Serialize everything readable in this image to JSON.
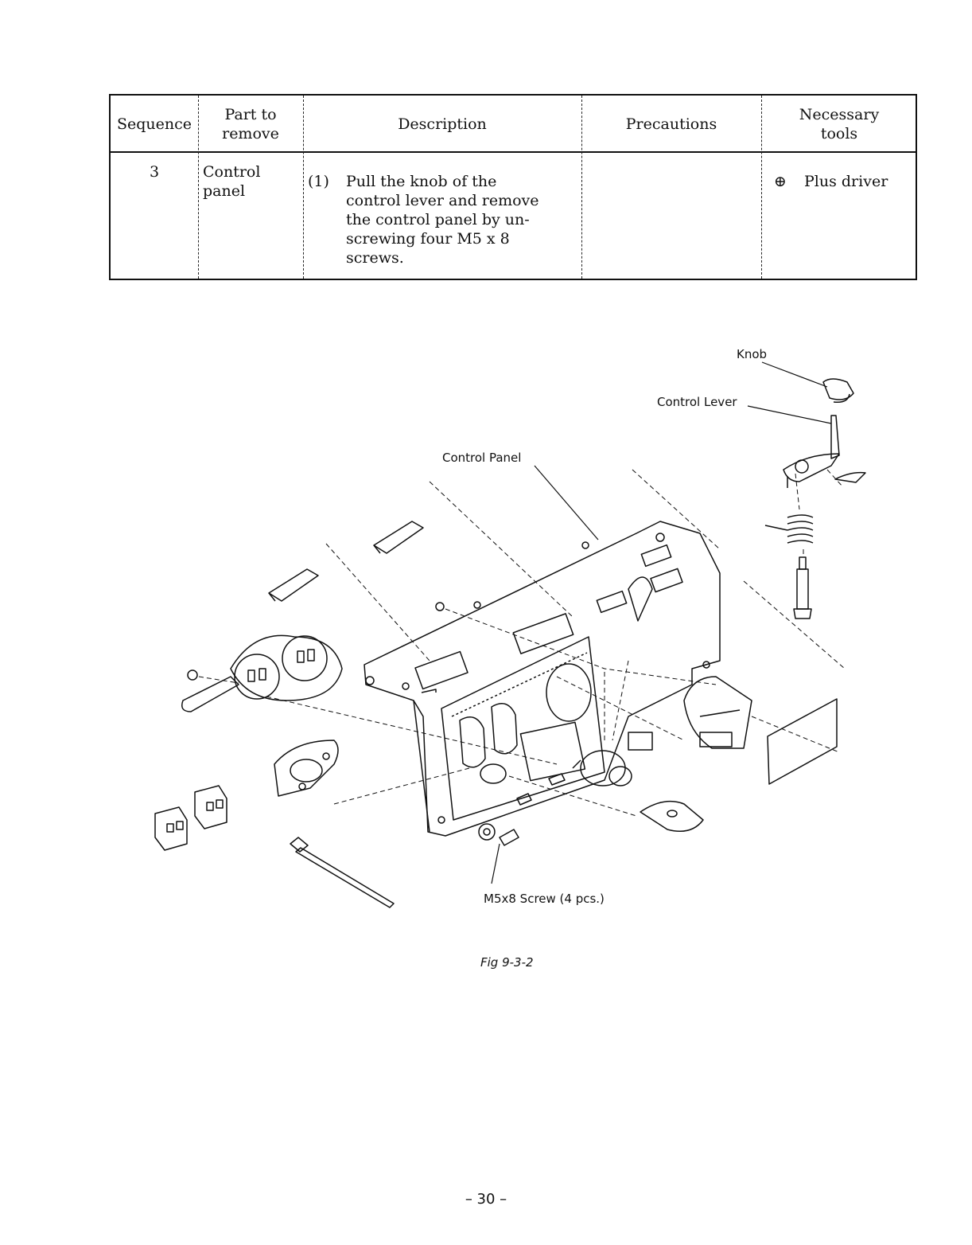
{
  "table": {
    "headers": {
      "sequence": "Sequence",
      "part_line1": "Part to",
      "part_line2": "remove",
      "description": "Description",
      "precautions": "Precautions",
      "tools_line1": "Necessary",
      "tools_line2": "tools"
    },
    "rows": [
      {
        "sequence": "3",
        "part_line1": "Control",
        "part_line2": "panel",
        "step": "(1)",
        "description_lines": [
          "Pull the knob of the",
          "control lever and remove",
          "the control panel by un-",
          "screwing four M5 x 8",
          "screws."
        ],
        "precautions": "",
        "tool_symbol": "⊕",
        "tool": "Plus driver"
      }
    ]
  },
  "figure": {
    "callouts": {
      "knob": "Knob",
      "control_lever": "Control Lever",
      "control_panel": "Control Panel",
      "screw": "M5x8 Screw (4 pcs.)"
    },
    "caption": "Fig 9-3-2"
  },
  "page_number": "– 30 –"
}
